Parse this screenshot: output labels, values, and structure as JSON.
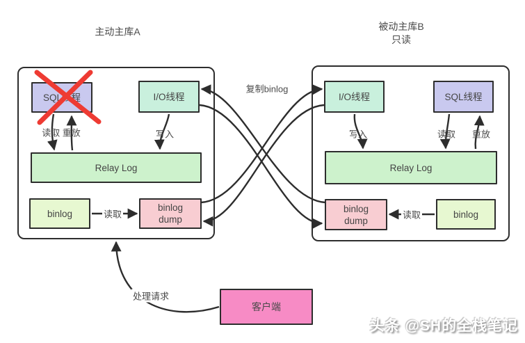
{
  "colors": {
    "line": "#2d2d2d",
    "text": "#4a4a4a",
    "sql-fill": "#c9c9ef",
    "io-fill": "#c9f0dd",
    "relay-fill": "#cdf2cc",
    "binlog-fill": "#e7f8d1",
    "dump-fill": "#f8cdd2",
    "client-fill": "#f78bc5",
    "cross": "#ee3b33",
    "watermark": "#ffffff",
    "watermark-shadow": "#8c8c8c"
  },
  "servers": {
    "a": {
      "title": "主动主库A",
      "sql_thread": "SQL线程",
      "io_thread": "I/O线程",
      "relay_log": "Relay Log",
      "binlog": "binlog",
      "binlog_dump": "binlog dump"
    },
    "b": {
      "title": "被动主库B\n只读",
      "sql_thread": "SQL线程",
      "io_thread": "I/O线程",
      "relay_log": "Relay Log",
      "binlog": "binlog",
      "binlog_dump": "binlog dump"
    }
  },
  "edges": {
    "read_replay_a": "读取 重放",
    "write_a": "写入",
    "copy_binlog": "复制binlog",
    "write_b": "写入",
    "read_b": "读取",
    "replay_b": "重放",
    "binlog_read_a": "读取",
    "binlog_read_b": "读取",
    "handle_request": "处理请求"
  },
  "client": {
    "label": "客户端"
  },
  "watermark": "头条 @SH的全栈笔记"
}
